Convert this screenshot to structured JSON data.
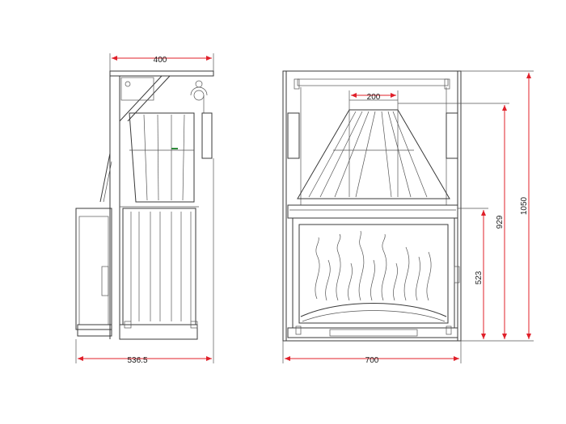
{
  "drawing": {
    "side_view": {
      "dimensions": {
        "width_top": "400",
        "depth_bottom": "536.5"
      }
    },
    "front_view": {
      "dimensions": {
        "flue_diameter": "200",
        "width_bottom": "700",
        "height_total": "1050",
        "height_hood": "929",
        "height_opening": "523"
      }
    },
    "colors": {
      "dimension_line": "#e0202a",
      "outline": "#3a3a3a",
      "accent": "#2e8b3a"
    }
  }
}
